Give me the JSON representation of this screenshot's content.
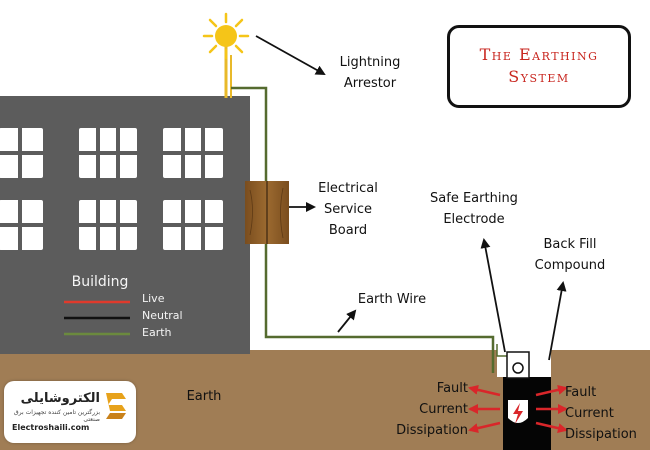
{
  "title": {
    "line1": "The Earthing",
    "line2": "System"
  },
  "labels": {
    "lightning": [
      "Lightning",
      "Arrestor"
    ],
    "service": [
      "Electrical",
      "Service",
      "Board"
    ],
    "safe": [
      "Safe Earthing",
      "Electrode"
    ],
    "backfill": [
      "Back Fill",
      "Compound"
    ],
    "earth_wire": "Earth Wire",
    "earth": "Earth",
    "building": "Building",
    "fault": [
      "Fault",
      "Current",
      "Dissipation"
    ]
  },
  "legend": [
    {
      "label": "Live",
      "color": "#e03a2c"
    },
    {
      "label": "Neutral",
      "color": "#111111"
    },
    {
      "label": "Earth",
      "color": "#6b8a3e"
    }
  ],
  "logo": {
    "title": "الکتروشایلی",
    "subtitle": "بزرگترین تامین کننده تجهیزات برق صنعتی",
    "url": "Electroshaili.com"
  },
  "colors": {
    "sky": "#ffffff",
    "building": "#5c5c5c",
    "ground": "#a07d55",
    "electrode": "#050505",
    "sun": "#f5c518",
    "wire": "#e8b92a",
    "earth_wire": "#556b2f",
    "window": "#ffffff",
    "panel": "#8a5a26",
    "accent": "#c8261f",
    "fault_arrow": "#d9262a"
  }
}
